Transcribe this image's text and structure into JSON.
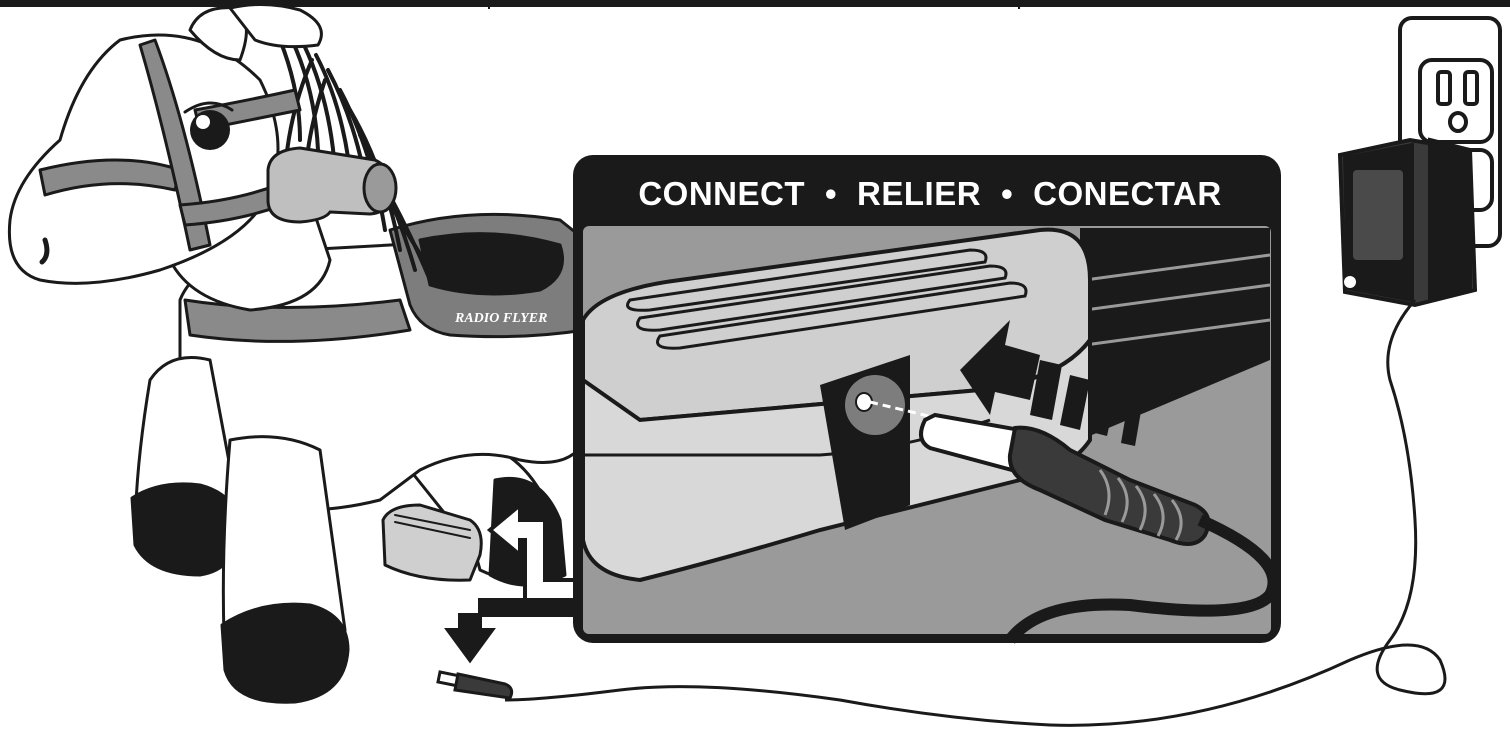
{
  "callout": {
    "title_parts": [
      "CONNECT",
      "RELIER",
      "CONECTAR"
    ],
    "separator": "•"
  },
  "brand": {
    "logo_text": "RADIO FLYER"
  },
  "colors": {
    "ink": "#1a1a1a",
    "panel_gray": "#9a9a9a",
    "light_gray": "#cfcfcf",
    "mid_gray": "#7d7d7d",
    "dark_gray": "#3a3a3a",
    "white": "#ffffff"
  },
  "icons": [
    "horse-illustration",
    "plug-icon",
    "charger-icon",
    "wall-outlet-icon",
    "arrow-icon"
  ]
}
